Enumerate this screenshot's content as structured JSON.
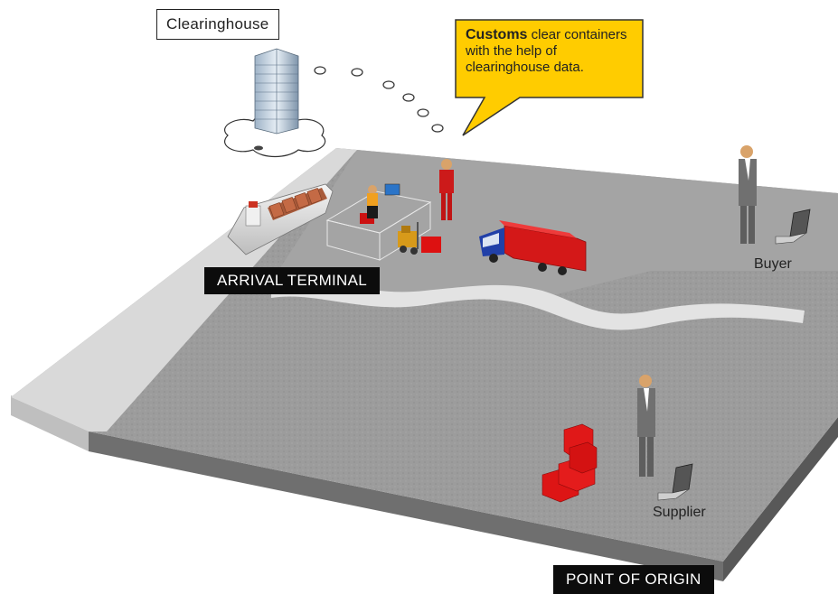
{
  "labels": {
    "clearinghouse": "Clearinghouse",
    "arrival_terminal": "ARRIVAL TERMINAL",
    "point_of_origin": "POINT OF ORIGIN",
    "buyer": "Buyer",
    "supplier": "Supplier"
  },
  "callout": {
    "bold": "Customs",
    "text": " clear containers with the help of clearinghouse data."
  },
  "colors": {
    "callout_fill": "#ffcc00",
    "container_red": "#dd1111",
    "board_gray": "#9a9a9a",
    "river": "#e3e3e3"
  }
}
